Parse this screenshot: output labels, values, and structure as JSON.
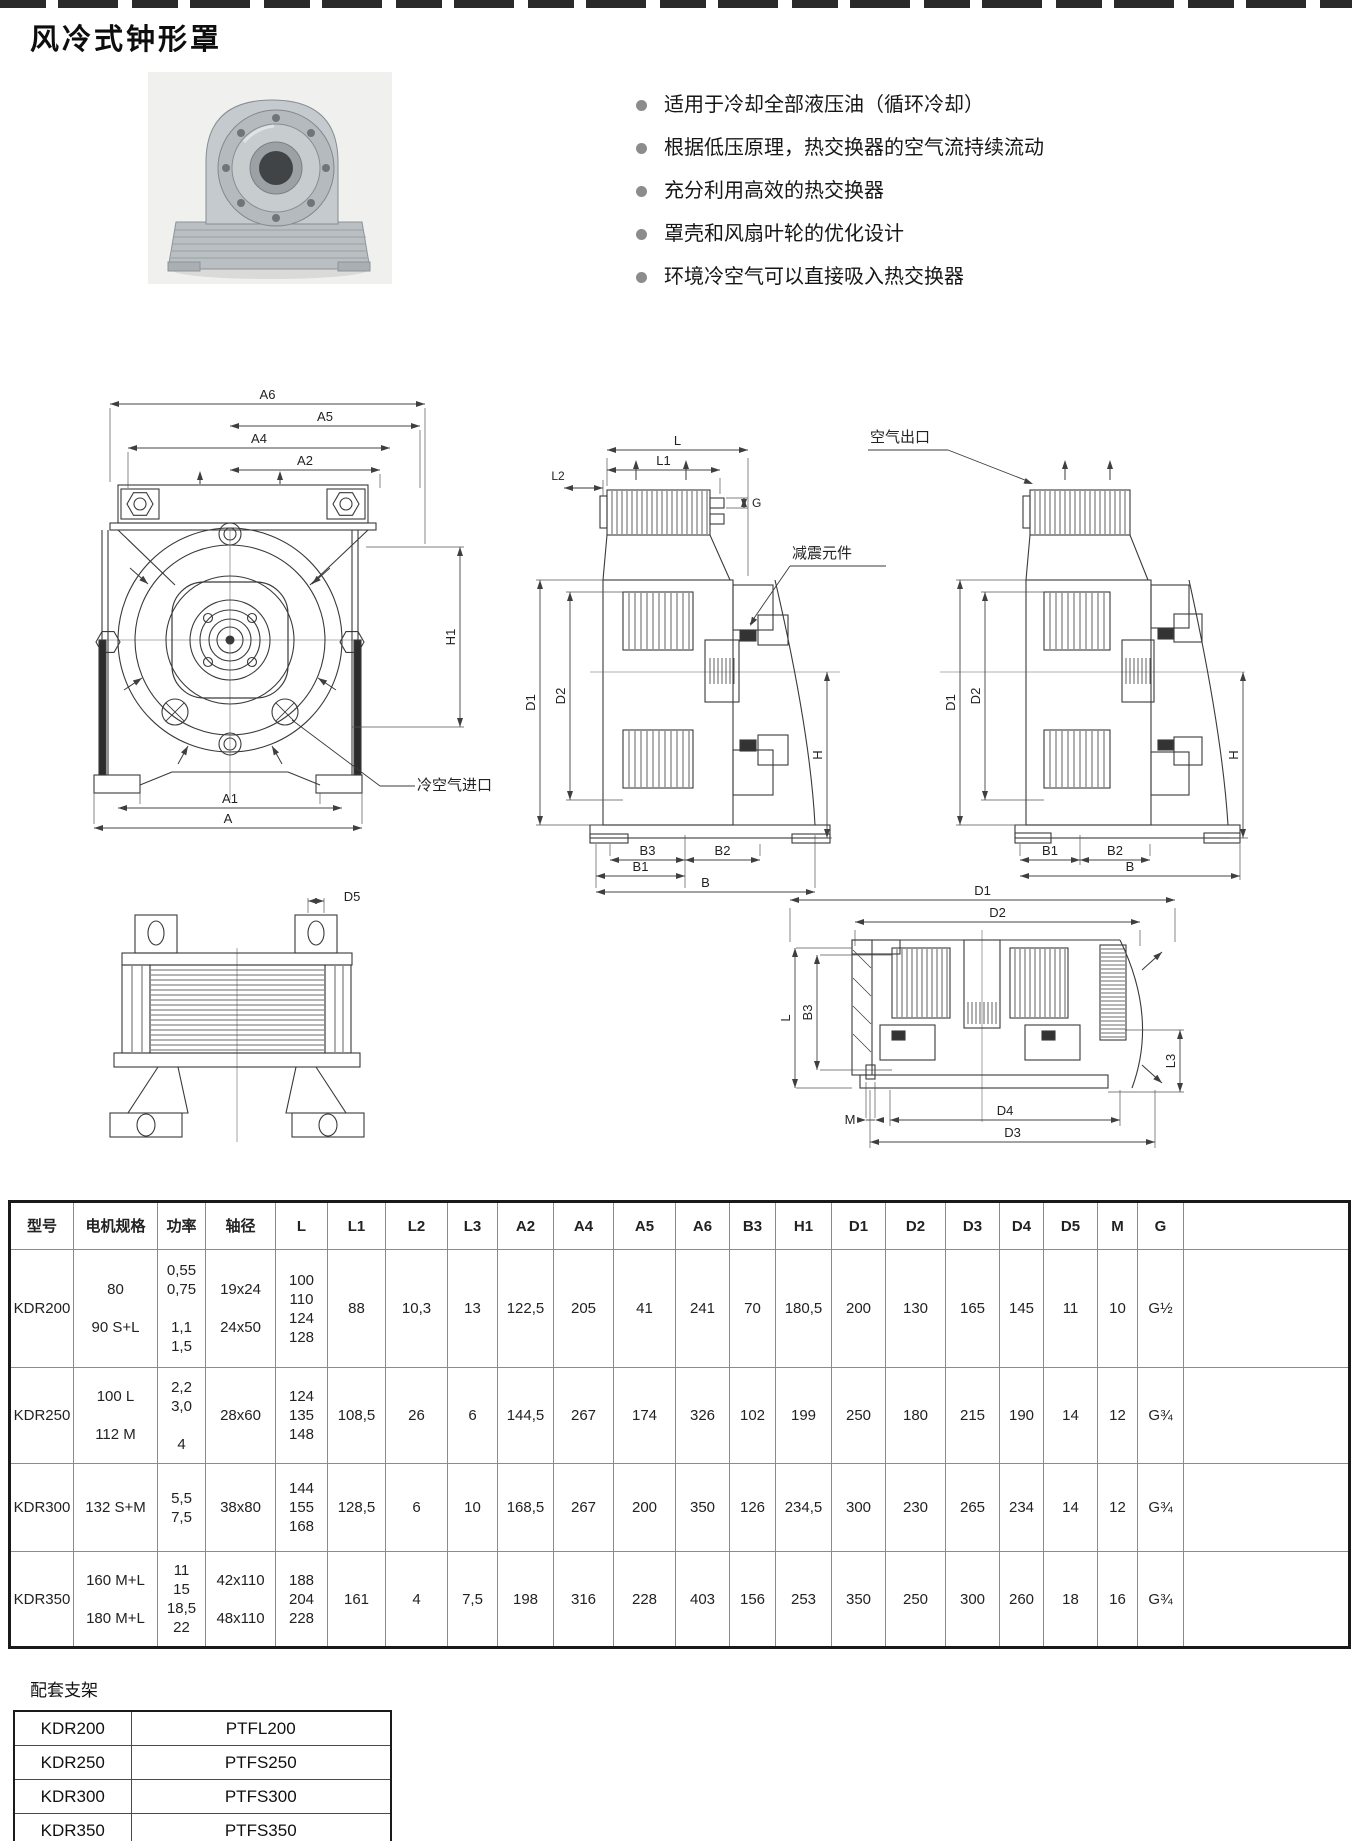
{
  "page_title": "风冷式钟形罩",
  "features": [
    "适用于冷却全部液压油（循环冷却）",
    "根据低压原理，热交换器的空气流持续流动",
    "充分利用高效的热交换器",
    "罩壳和风扇叶轮的优化设计",
    "环境冷空气可以直接吸入热交换器"
  ],
  "dims": {
    "a": "A",
    "a1": "A1",
    "a2": "A2",
    "a4": "A4",
    "a5": "A5",
    "a6": "A6",
    "b": "B",
    "b1": "B1",
    "b2": "B2",
    "b3": "B3",
    "d1": "D1",
    "d2": "D2",
    "d3": "D3",
    "d4": "D4",
    "d5": "D5",
    "g": "G",
    "h": "H",
    "h1": "H1",
    "l": "L",
    "l1": "L1",
    "l2": "L2",
    "l3": "L3",
    "m": "M"
  },
  "annotations": {
    "air_outlet": "空气出口",
    "cold_air_inlet": "冷空气进口",
    "damping": "减震元件"
  },
  "main_table": {
    "headers": [
      "型号",
      "电机规格",
      "功率",
      "轴径",
      "L",
      "L1",
      "L2",
      "L3",
      "A2",
      "A4",
      "A5",
      "A6",
      "B3",
      "H1",
      "D1",
      "D2",
      "D3",
      "D4",
      "D5",
      "M",
      "G",
      ""
    ],
    "rows": [
      {
        "cells": [
          "KDR200",
          "80\n\n90 S+L",
          "0,55\n0,75\n\n1,1\n1,5",
          "19x24\n\n24x50",
          "100\n110\n124\n128",
          "88",
          "10,3",
          "13",
          "122,5",
          "205",
          "41",
          "241",
          "70",
          "180,5",
          "200",
          "130",
          "165",
          "145",
          "11",
          "10",
          "G½",
          ""
        ]
      },
      {
        "cells": [
          "KDR250",
          "100 L\n\n112 M",
          "2,2\n3,0\n\n4",
          "28x60",
          "124\n135\n148",
          "108,5",
          "26",
          "6",
          "144,5",
          "267",
          "174",
          "326",
          "102",
          "199",
          "250",
          "180",
          "215",
          "190",
          "14",
          "12",
          "G¾",
          ""
        ]
      },
      {
        "cells": [
          "KDR300",
          "132 S+M",
          "5,5\n7,5",
          "38x80",
          "144\n155\n168",
          "128,5",
          "6",
          "10",
          "168,5",
          "267",
          "200",
          "350",
          "126",
          "234,5",
          "300",
          "230",
          "265",
          "234",
          "14",
          "12",
          "G¾",
          ""
        ]
      },
      {
        "cells": [
          "KDR350",
          "160 M+L\n\n180 M+L",
          "11\n15\n18,5\n22",
          "42x110\n\n48x110",
          "188\n204\n228",
          "161",
          "4",
          "7,5",
          "198",
          "316",
          "228",
          "403",
          "156",
          "253",
          "350",
          "250",
          "300",
          "260",
          "18",
          "16",
          "G¾",
          ""
        ]
      }
    ]
  },
  "bracket_section": {
    "title": "配套支架",
    "rows": [
      [
        "KDR200",
        "PTFL200"
      ],
      [
        "KDR250",
        "PTFS250"
      ],
      [
        "KDR300",
        "PTFS300"
      ],
      [
        "KDR350",
        "PTFS350"
      ]
    ]
  }
}
